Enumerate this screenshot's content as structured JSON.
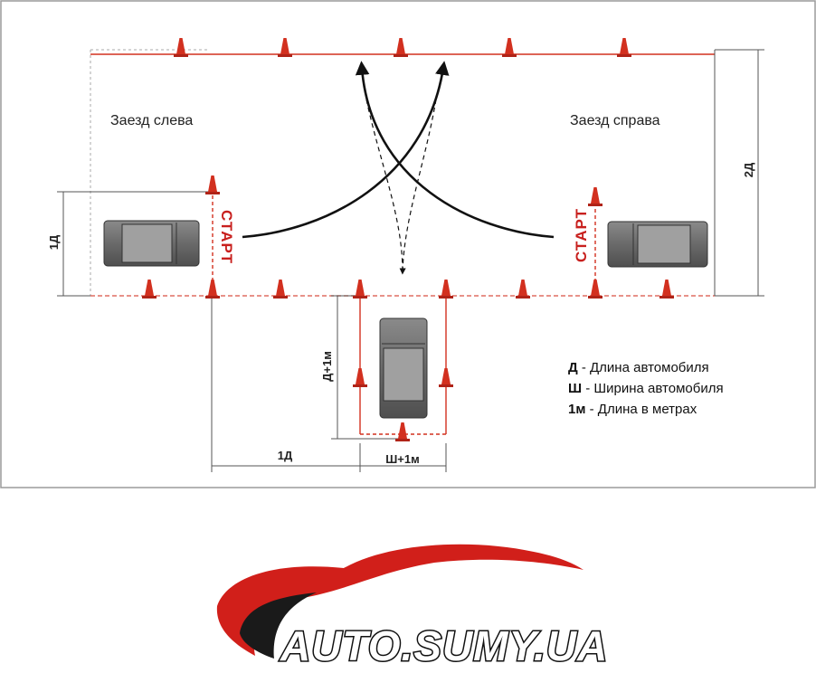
{
  "diagram": {
    "left_entry_label": "Заезд слева",
    "right_entry_label": "Заезд справа",
    "start_label": "СТАРТ",
    "dim_1d_left": "1Д",
    "dim_2d": "2Д",
    "dim_d_plus_1m": "Д+1м",
    "dim_1d_bottom": "1Д",
    "dim_w_plus_1m": "Ш+1м"
  },
  "legend": [
    {
      "key": "Д",
      "text": " - Длина автомобиля"
    },
    {
      "key": "Ш",
      "text": " - Ширина автомобиля"
    },
    {
      "key": "1м",
      "text": " - Длина в метрах"
    }
  ],
  "logo": {
    "text": "AUTO.SUMY.UA"
  },
  "colors": {
    "accent": "#c8201e",
    "cone": "#d2301f",
    "car": "#6a6a6a",
    "frame": "#9a9a9a"
  }
}
